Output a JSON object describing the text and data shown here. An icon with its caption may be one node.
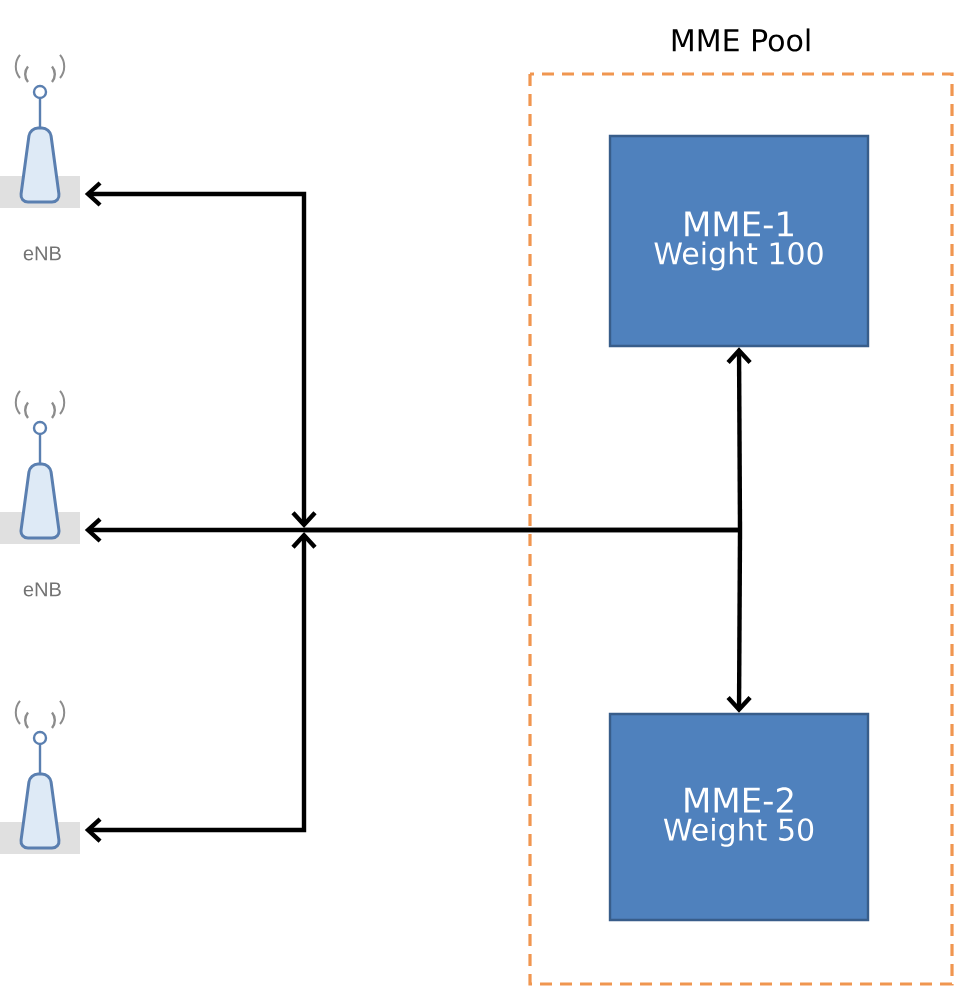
{
  "diagram": {
    "nodes": [
      {
        "text": [
          "MME Pool"
        ]
      },
      {
        "text": [
          "MME-1",
          "Weight 100"
        ],
        "in": 0
      },
      {
        "text": [
          "MME-2",
          "Weight 50"
        ],
        "in": 0
      },
      {
        "text": [
          "eNB"
        ]
      },
      {
        "text": [
          "eNB"
        ]
      },
      {
        "text": [],
        "shape": "picture"
      }
    ],
    "edges": [
      {
        "from": 1,
        "to": 3,
        "arrow": "both"
      },
      {
        "from": 1,
        "to": 4,
        "arrow": "both"
      },
      {
        "from": 1,
        "to": 5,
        "arrow": "both"
      },
      {
        "from": 2,
        "to": 3,
        "arrow": "both"
      },
      {
        "from": 2,
        "to": 4,
        "arrow": "both"
      },
      {
        "from": 2,
        "to": 5,
        "arrow": "both"
      }
    ]
  }
}
